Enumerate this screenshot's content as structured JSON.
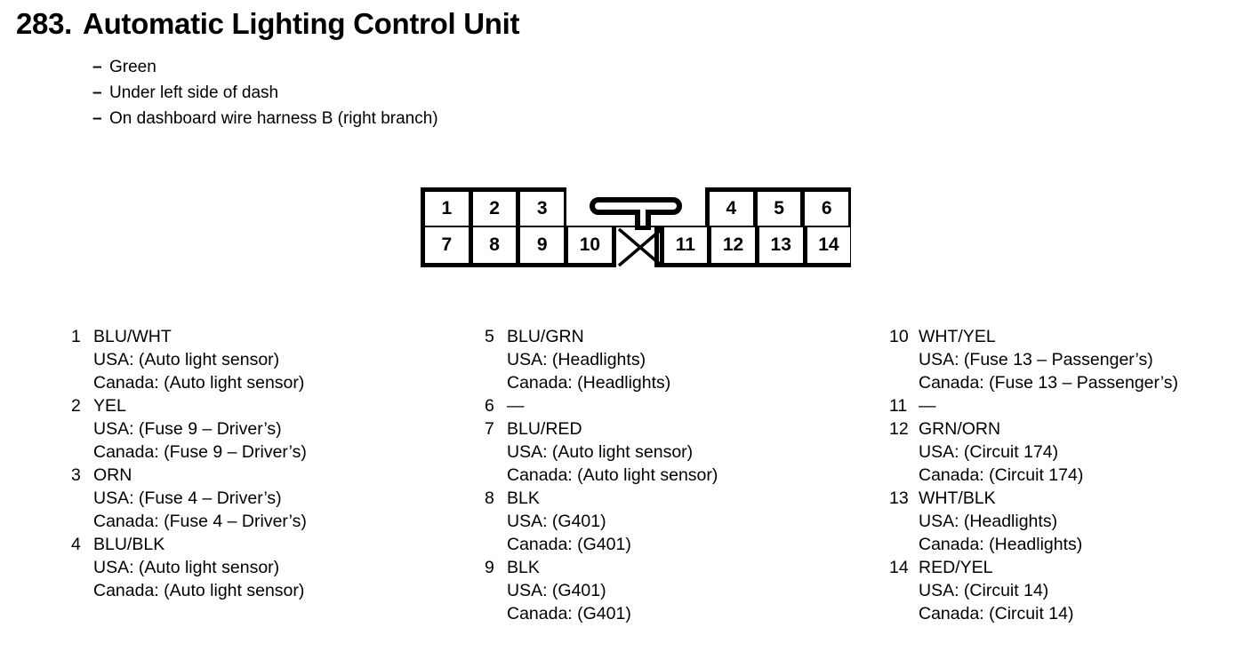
{
  "header": {
    "number": "283.",
    "title": "Automatic Lighting Control Unit"
  },
  "notes": [
    {
      "marker": "–",
      "text": "Green"
    },
    {
      "marker": "–",
      "text": "Under left side of dash"
    },
    {
      "marker": "–",
      "text": "On dashboard wire harness B (right branch)"
    }
  ],
  "connector": {
    "top_row": [
      "1",
      "2",
      "3",
      "4",
      "5",
      "6"
    ],
    "bottom_row": [
      "7",
      "8",
      "9",
      "10",
      "11",
      "12",
      "13",
      "14"
    ],
    "blank_cavity_label": "",
    "columns": 9,
    "line_color": "#000000",
    "fill_color": "#ffffff"
  },
  "pin_columns": [
    {
      "entries": [
        {
          "pin": "1",
          "color": "BLU/WHT",
          "usa": "USA: (Auto light sensor)",
          "canada": "Canada: (Auto light sensor)"
        },
        {
          "pin": "2",
          "color": "YEL",
          "usa": "USA: (Fuse 9 – Driver’s)",
          "canada": "Canada: (Fuse 9 – Driver’s)"
        },
        {
          "pin": "3",
          "color": "ORN",
          "usa": "USA: (Fuse 4 – Driver’s)",
          "canada": "Canada: (Fuse 4 – Driver’s)"
        },
        {
          "pin": "4",
          "color": "BLU/BLK",
          "usa": "USA: (Auto light sensor)",
          "canada": "Canada: (Auto light sensor)"
        }
      ]
    },
    {
      "entries": [
        {
          "pin": "5",
          "color": "BLU/GRN",
          "usa": "USA: (Headlights)",
          "canada": "Canada: (Headlights)"
        },
        {
          "pin": "6",
          "color": "—",
          "usa": "",
          "canada": ""
        },
        {
          "pin": "7",
          "color": "BLU/RED",
          "usa": "USA: (Auto light sensor)",
          "canada": "Canada: (Auto light sensor)"
        },
        {
          "pin": "8",
          "color": "BLK",
          "usa": "USA: (G401)",
          "canada": "Canada: (G401)"
        },
        {
          "pin": "9",
          "color": "BLK",
          "usa": "USA: (G401)",
          "canada": "Canada: (G401)"
        }
      ]
    },
    {
      "entries": [
        {
          "pin": "10",
          "color": "WHT/YEL",
          "usa": "USA: (Fuse 13 – Passenger’s)",
          "canada": "Canada: (Fuse 13 – Passenger’s)"
        },
        {
          "pin": "11",
          "color": "—",
          "usa": "",
          "canada": ""
        },
        {
          "pin": "12",
          "color": "GRN/ORN",
          "usa": "USA: (Circuit 174)",
          "canada": "Canada: (Circuit 174)"
        },
        {
          "pin": "13",
          "color": "WHT/BLK",
          "usa": "USA: (Headlights)",
          "canada": "Canada: (Headlights)"
        },
        {
          "pin": "14",
          "color": "RED/YEL",
          "usa": "USA: (Circuit 14)",
          "canada": "Canada: (Circuit 14)"
        }
      ]
    }
  ]
}
